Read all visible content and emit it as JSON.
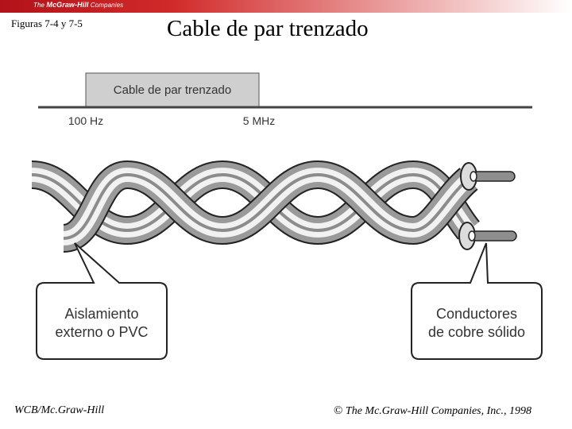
{
  "header": {
    "brand": {
      "prefix": "The",
      "name": "McGraw-Hill",
      "suffix": "Companies"
    },
    "figure_label": "Figuras 7-4 y 7-5",
    "title": "Cable de par trenzado"
  },
  "spectrum": {
    "band_label": "Cable de par trenzado",
    "start_label": "100 Hz",
    "end_label": "5 MHz"
  },
  "callouts": {
    "left": {
      "line1": "Aislamiento",
      "line2": "externo o PVC"
    },
    "right": {
      "line1": "Conductores",
      "line2": "de cobre sólido"
    }
  },
  "footer": {
    "left": "WCB/Mc.Graw-Hill",
    "copyright_symbol": "©",
    "right": "The Mc.Graw-Hill Companies, Inc., 1998"
  },
  "colors": {
    "brand_red": "#b3121a"
  }
}
